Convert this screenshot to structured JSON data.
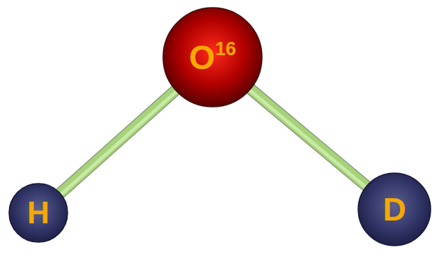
{
  "diagram": {
    "nodes": [
      {
        "text": [
          "O",
          "16"
        ]
      },
      {
        "text": [
          "H"
        ]
      },
      {
        "text": [
          "D"
        ]
      }
    ],
    "edges": [
      {
        "from": 1,
        "to": 0,
        "arrow": "none"
      },
      {
        "from": 0,
        "to": 2,
        "arrow": "none"
      }
    ]
  }
}
